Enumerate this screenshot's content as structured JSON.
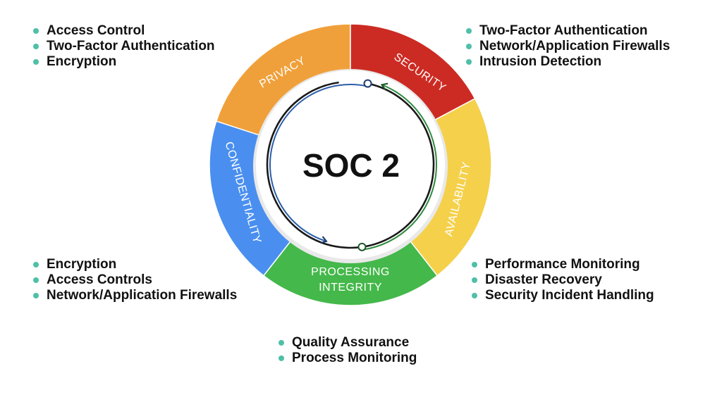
{
  "diagram": {
    "center_title": "SOC  2",
    "bullet_color": "#4fbfa8",
    "segments": [
      {
        "id": "privacy",
        "label": "PRIVACY",
        "color": "#f0a03a"
      },
      {
        "id": "security",
        "label": "SECURITY",
        "color": "#cc2b23"
      },
      {
        "id": "availability",
        "label": "AVAILABILITY",
        "color": "#f5d04a"
      },
      {
        "id": "processing",
        "label_line1": "PROCESSING",
        "label_line2": "INTEGRITY",
        "color": "#44b84a"
      },
      {
        "id": "confidentiality",
        "label": "CONFIDENTIALITY",
        "color": "#4a8ff0"
      }
    ],
    "lists": {
      "privacy": [
        "Access Control",
        "Two-Factor Authentication",
        "Encryption"
      ],
      "security": [
        "Two-Factor Authentication",
        "Network/Application Firewalls",
        "Intrusion Detection"
      ],
      "confidentiality": [
        "Encryption",
        "Access Controls",
        "Network/Application Firewalls"
      ],
      "availability": [
        "Performance Monitoring",
        "Disaster Recovery",
        "Security Incident Handling"
      ],
      "processing": [
        "Quality Assurance",
        "Process Monitoring"
      ]
    }
  }
}
